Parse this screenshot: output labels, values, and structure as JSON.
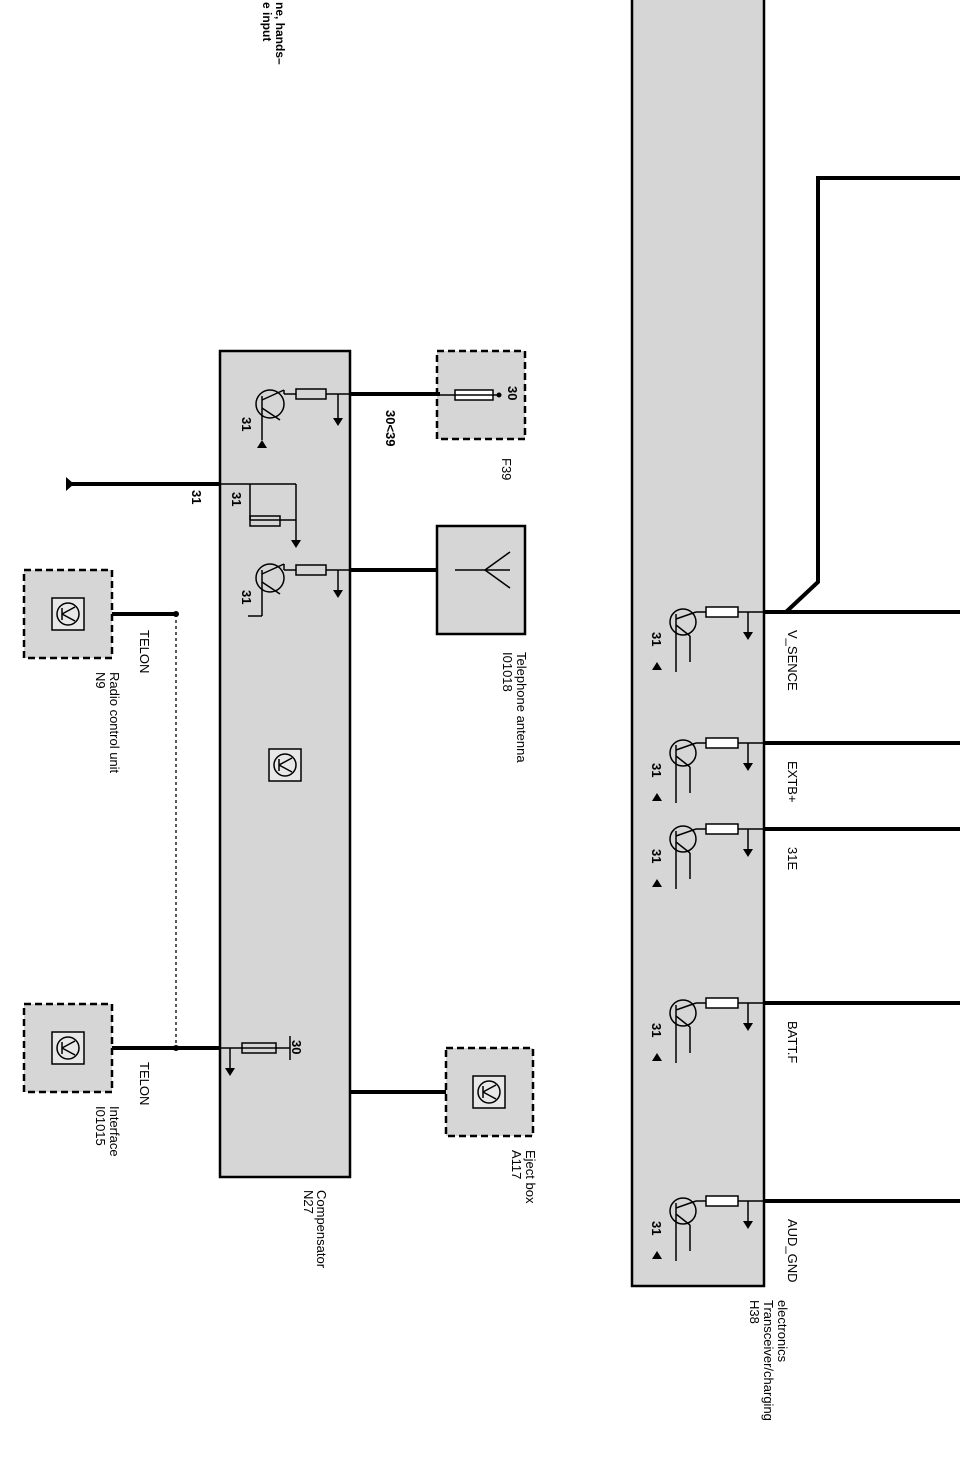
{
  "header": {
    "clipped_note_line1": "ne, hands–",
    "clipped_note_line2": "e input"
  },
  "components": {
    "compensator": {
      "id": "N27",
      "name": "Compensator"
    },
    "fuse": {
      "id": "F39",
      "terminal": "30"
    },
    "telephone_antenna": {
      "id": "I01018",
      "name": "Telephone antenna"
    },
    "radio_control_unit": {
      "id": "N9",
      "name": "Radio control unit"
    },
    "interface": {
      "id": "I01015",
      "name": "Interface"
    },
    "eject_box": {
      "id": "A117",
      "name": "Eject box"
    },
    "transceiver": {
      "id": "H38",
      "name_line1": "Transceiver/charging",
      "name_line2": "electronics"
    }
  },
  "wire_labels": {
    "supply": "30<39",
    "ground": "31",
    "telon_top": "TELON",
    "telon_bottom": "TELON"
  },
  "compensator_terminals": {
    "t1": "31",
    "t2": "31",
    "t3": "31",
    "t_ecu": "30"
  },
  "transceiver_pins": [
    {
      "label": "V_SENCE",
      "ground": "31"
    },
    {
      "label": "EXTB+",
      "ground": "31"
    },
    {
      "label": "31E",
      "ground": "31"
    },
    {
      "label": "BATT.F",
      "ground": "31"
    },
    {
      "label": "AUD_GND",
      "ground": "31"
    }
  ]
}
